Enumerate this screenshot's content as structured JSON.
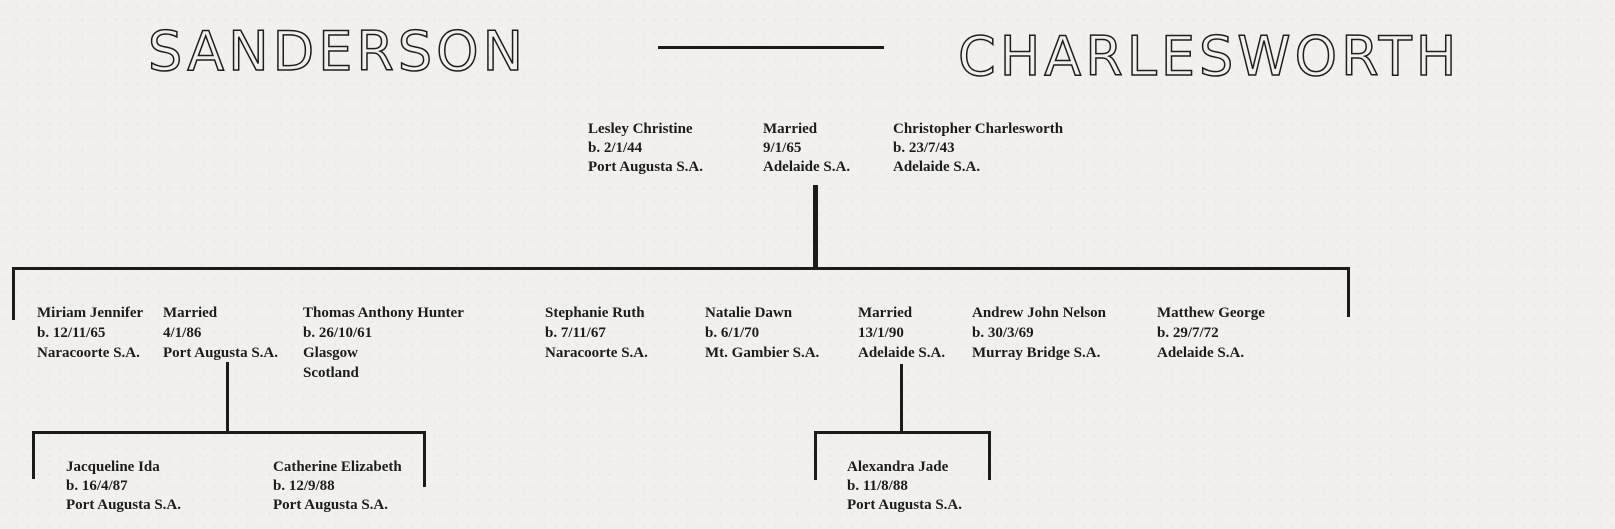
{
  "title": {
    "left": "SANDERSON",
    "right": "CHARLESWORTH"
  },
  "parents": {
    "mother": {
      "name": "Lesley Christine",
      "line2": "b. 2/1/44",
      "line3": "Port Augusta S.A."
    },
    "marriage": {
      "name": "Married",
      "line2": "9/1/65",
      "line3": "Adelaide S.A."
    },
    "father": {
      "name": "Christopher Charlesworth",
      "line2": "b. 23/7/43",
      "line3": "Adelaide S.A."
    }
  },
  "children": [
    {
      "name": "Miriam Jennifer",
      "line2": "b. 12/11/65",
      "line3": "Naracoorte S.A."
    },
    {
      "name": "Married",
      "line2": "4/1/86",
      "line3": "Port Augusta S.A."
    },
    {
      "name": "Thomas Anthony Hunter",
      "line2": "b. 26/10/61",
      "line3": "Glasgow",
      "line4": "Scotland"
    },
    {
      "name": "Stephanie Ruth",
      "line2": "b. 7/11/67",
      "line3": "Naracoorte S.A."
    },
    {
      "name": "Natalie Dawn",
      "line2": "b. 6/1/70",
      "line3": "Mt. Gambier S.A."
    },
    {
      "name": "Married",
      "line2": "13/1/90",
      "line3": "Adelaide S.A."
    },
    {
      "name": "Andrew John Nelson",
      "line2": "b. 30/3/69",
      "line3": "Murray Bridge S.A."
    },
    {
      "name": "Matthew George",
      "line2": "b. 29/7/72",
      "line3": "Adelaide S.A."
    }
  ],
  "grandchildren": {
    "family1": [
      {
        "name": "Jacqueline Ida",
        "line2": "b. 16/4/87",
        "line3": "Port Augusta S.A."
      },
      {
        "name": "Catherine Elizabeth",
        "line2": "b. 12/9/88",
        "line3": "Port Augusta S.A."
      }
    ],
    "family2": [
      {
        "name": "Alexandra Jade",
        "line2": "b. 11/8/88",
        "line3": "Port Augusta S.A."
      }
    ]
  },
  "colors": {
    "ink": "#1b1b1b",
    "paper": "#f1f0ec"
  }
}
